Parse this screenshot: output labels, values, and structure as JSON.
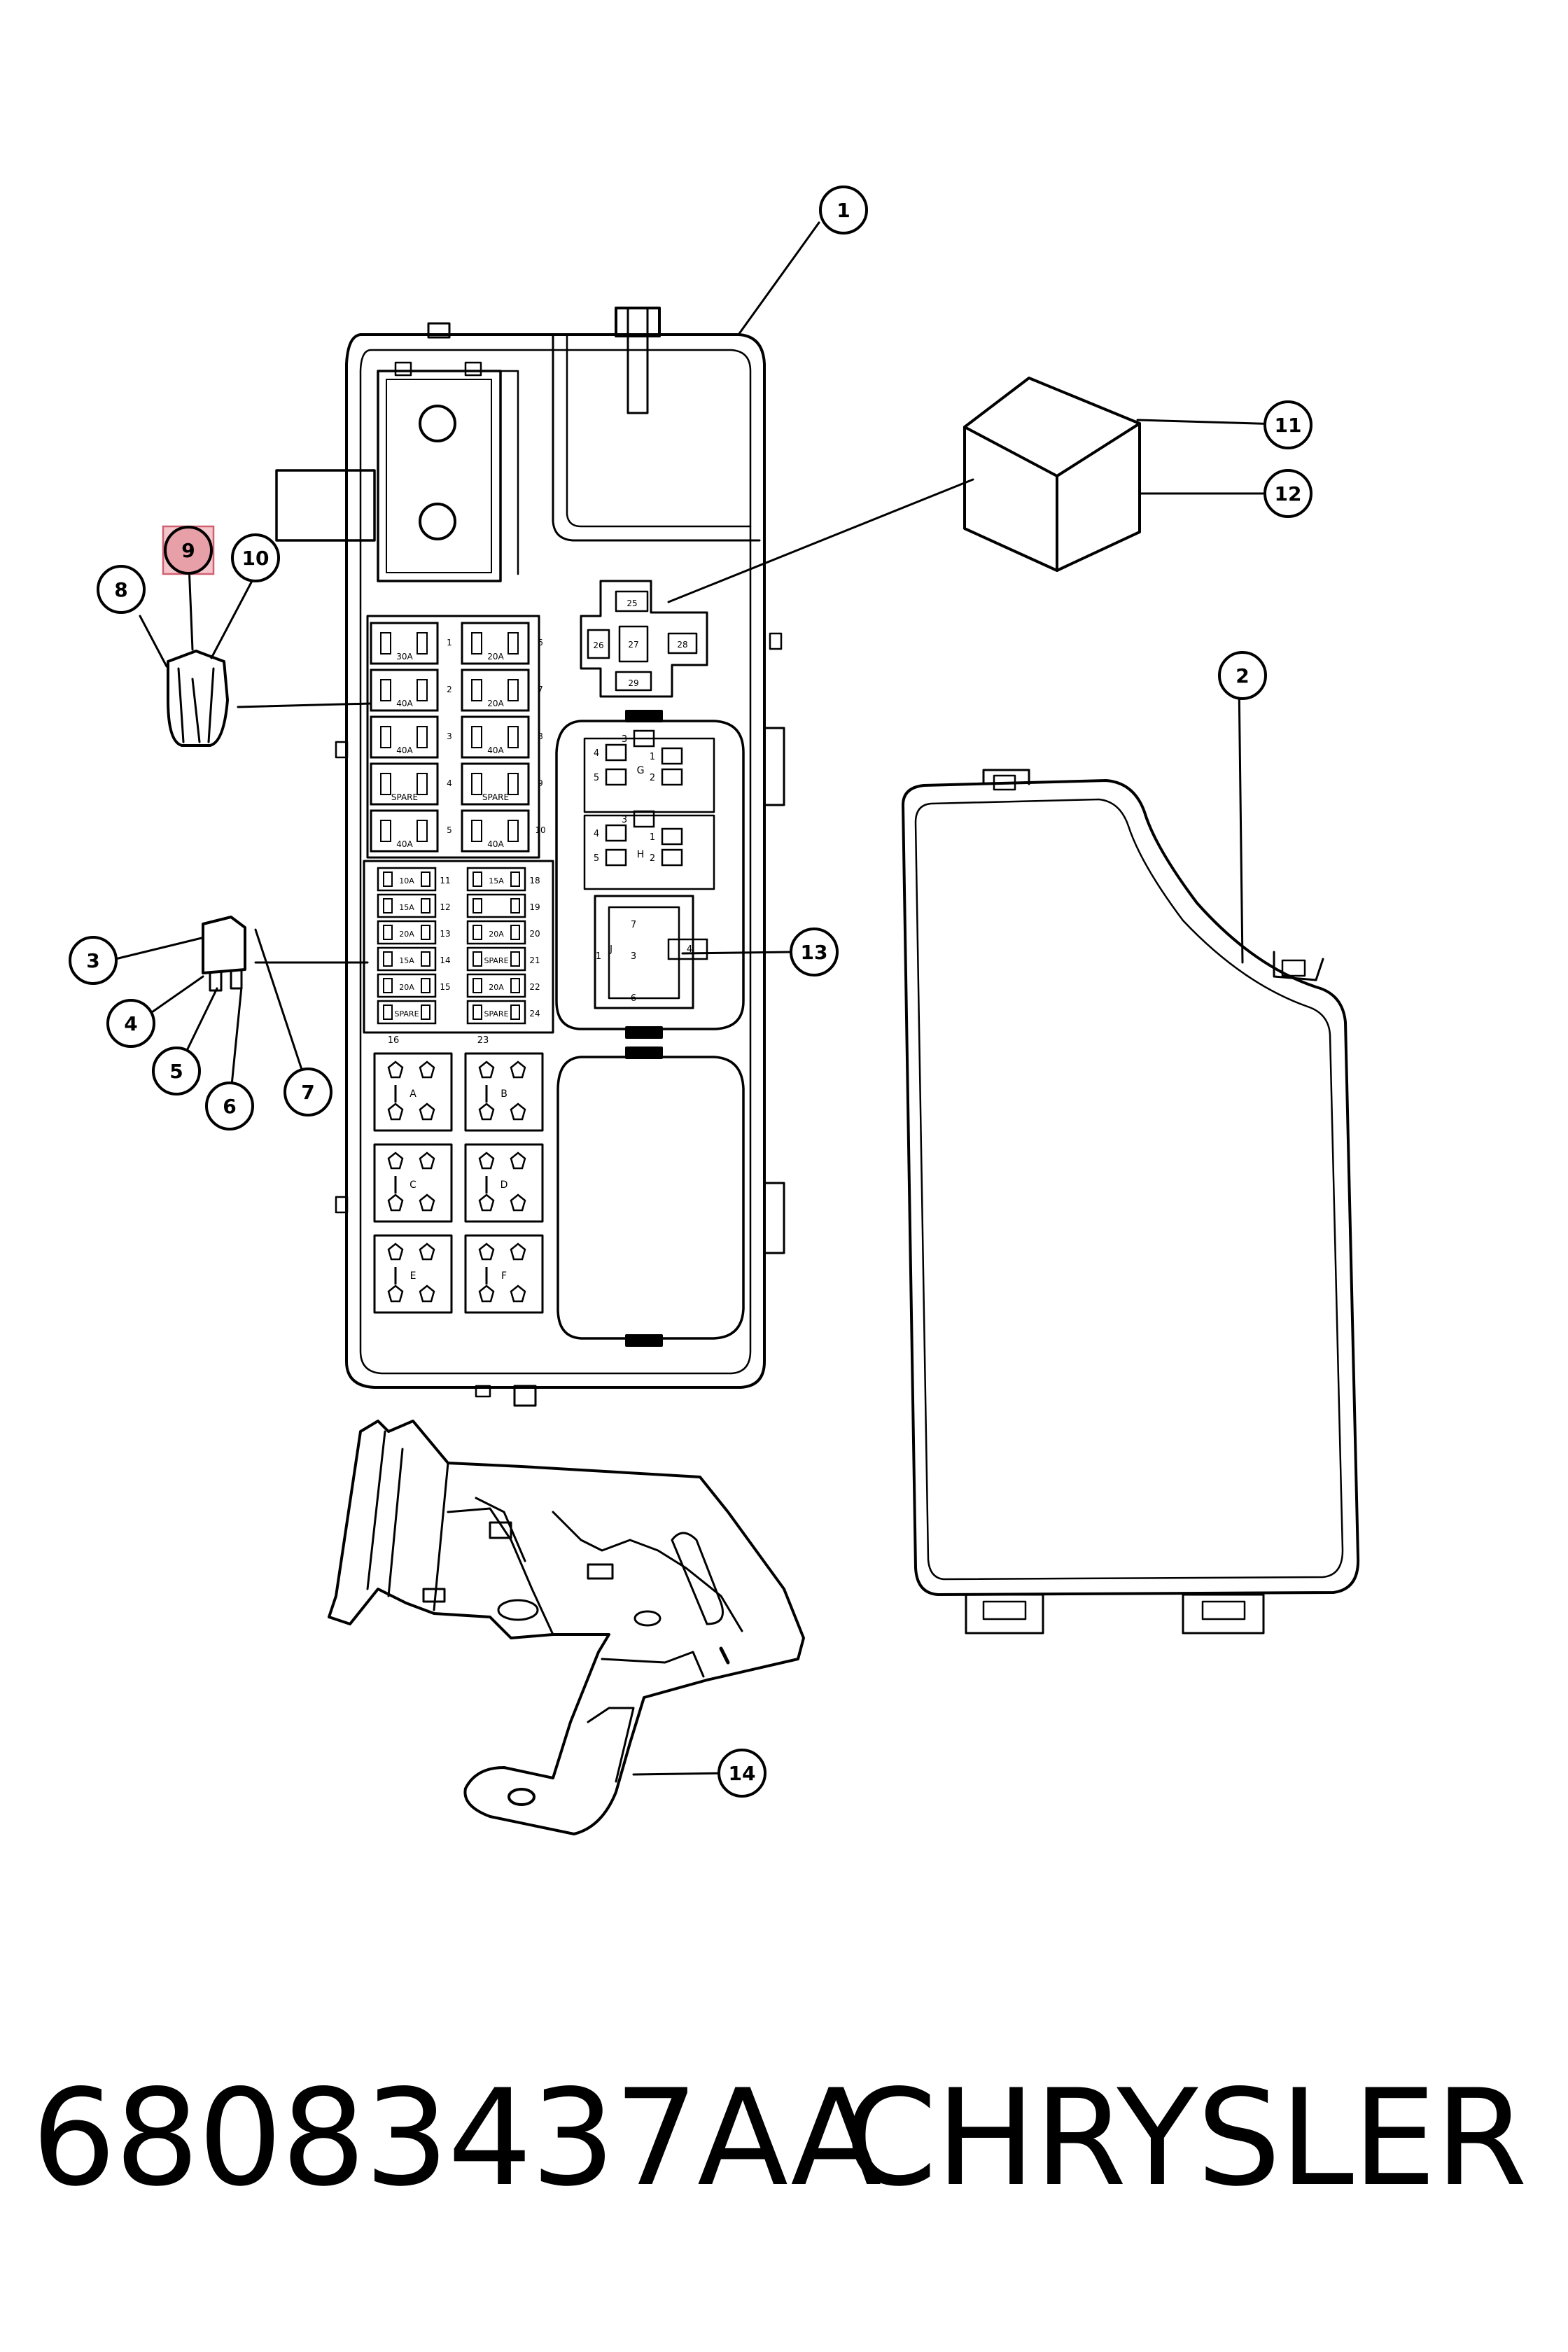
{
  "callouts": [
    {
      "id": "1",
      "label": "1"
    },
    {
      "id": "2",
      "label": "2"
    },
    {
      "id": "3",
      "label": "3"
    },
    {
      "id": "4",
      "label": "4"
    },
    {
      "id": "5",
      "label": "5"
    },
    {
      "id": "6",
      "label": "6"
    },
    {
      "id": "7",
      "label": "7"
    },
    {
      "id": "8",
      "label": "8"
    },
    {
      "id": "9",
      "label": "9",
      "highlighted": true
    },
    {
      "id": "10",
      "label": "10"
    },
    {
      "id": "11",
      "label": "11"
    },
    {
      "id": "12",
      "label": "12"
    },
    {
      "id": "13",
      "label": "13"
    },
    {
      "id": "14",
      "label": "14"
    }
  ],
  "fuses_left": [
    {
      "num": "1",
      "rating": "30A"
    },
    {
      "num": "2",
      "rating": "40A"
    },
    {
      "num": "3",
      "rating": "40A"
    },
    {
      "num": "4",
      "rating": "SPARE"
    },
    {
      "num": "5",
      "rating": "40A"
    }
  ],
  "fuses_mid": [
    {
      "num": "6",
      "rating": "20A"
    },
    {
      "num": "7",
      "rating": "20A"
    },
    {
      "num": "8",
      "rating": "40A"
    },
    {
      "num": "9",
      "rating": "SPARE"
    },
    {
      "num": "10",
      "rating": "40A"
    }
  ],
  "mini_left": [
    {
      "num": "11",
      "rating": "10A"
    },
    {
      "num": "12",
      "rating": "15A"
    },
    {
      "num": "13",
      "rating": "20A"
    },
    {
      "num": "14",
      "rating": "15A"
    },
    {
      "num": "15",
      "rating": "20A"
    },
    {
      "num": "",
      "rating": "SPARE"
    }
  ],
  "mini_right": [
    {
      "num": "18",
      "rating": "15A"
    },
    {
      "num": "19",
      "rating": ""
    },
    {
      "num": "20",
      "rating": "20A"
    },
    {
      "num": "21",
      "rating": "SPARE"
    },
    {
      "num": "22",
      "rating": "20A"
    },
    {
      "num": "24",
      "rating": "SPARE"
    }
  ],
  "mini_footer": {
    "left": "16",
    "right": "23"
  },
  "relays": [
    "A",
    "B",
    "C",
    "D",
    "E",
    "F"
  ],
  "relay_g": {
    "letter": "G",
    "pins": [
      "4",
      "3",
      "1",
      "5",
      "2"
    ]
  },
  "relay_h": {
    "letter": "H",
    "pins": [
      "4",
      "3",
      "1",
      "5",
      "2"
    ]
  },
  "relay_j": {
    "letter": "J",
    "pins": [
      "7",
      "1",
      "3",
      "4",
      "6"
    ]
  },
  "relay_top": {
    "pins": [
      "25",
      "26",
      "27",
      "28",
      "29"
    ]
  },
  "highlight_color": "#e8a0a8",
  "footer": {
    "part_number": "68083437AA",
    "brand": "CHRYSLER"
  }
}
